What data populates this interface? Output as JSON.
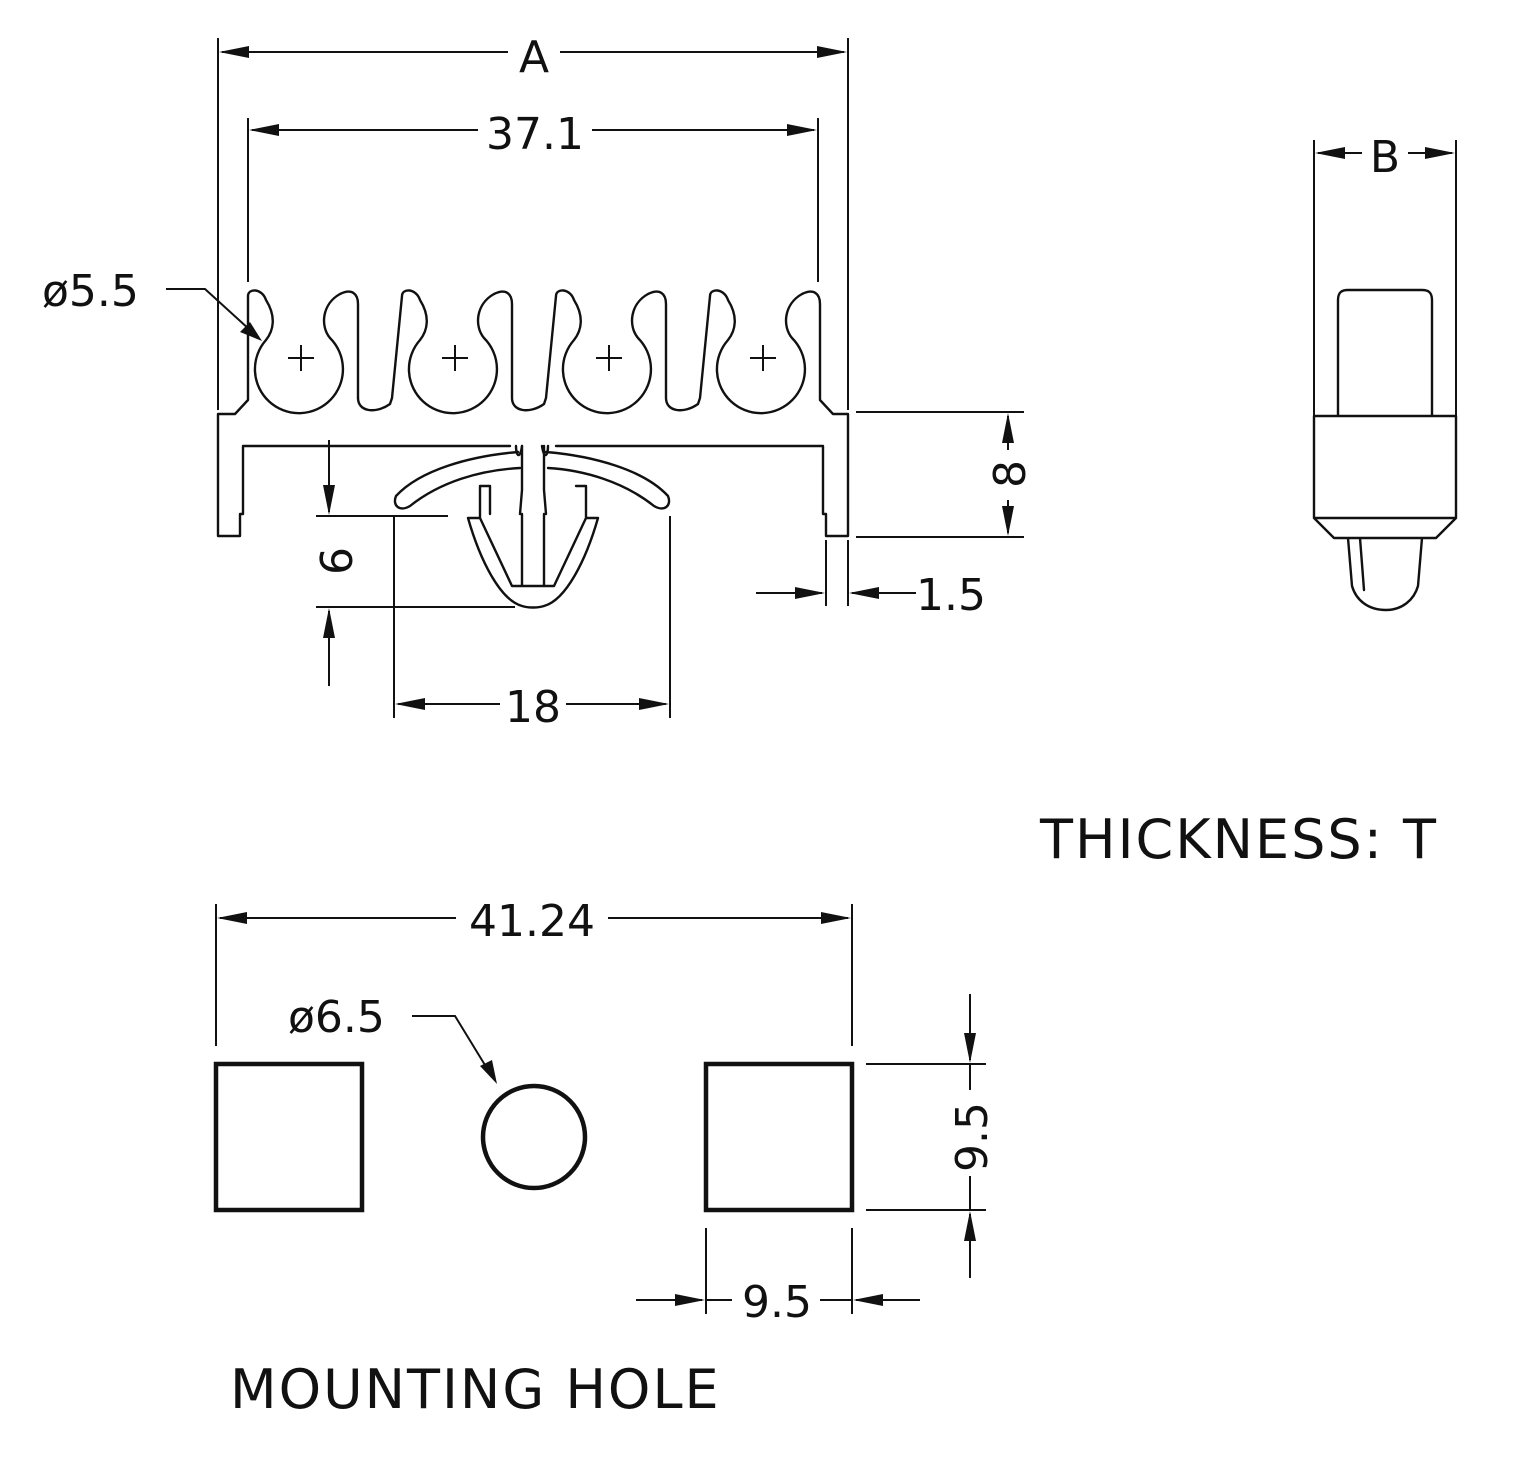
{
  "front_view": {
    "dim_A": "A",
    "dim_pitch_span": "37.1",
    "dim_slot_diameter": "ø5.5",
    "dim_height": "8",
    "dim_leg": "1.5",
    "dim_clip_depth": "6",
    "dim_clip_width": "18"
  },
  "side_view": {
    "dim_B": "B"
  },
  "thickness_note": "THICKNESS: T",
  "mounting_hole": {
    "title": "MOUNTING HOLE",
    "dim_span": "41.24",
    "dim_round_hole": "ø6.5",
    "dim_square_height": "9.5",
    "dim_square_width": "9.5"
  }
}
